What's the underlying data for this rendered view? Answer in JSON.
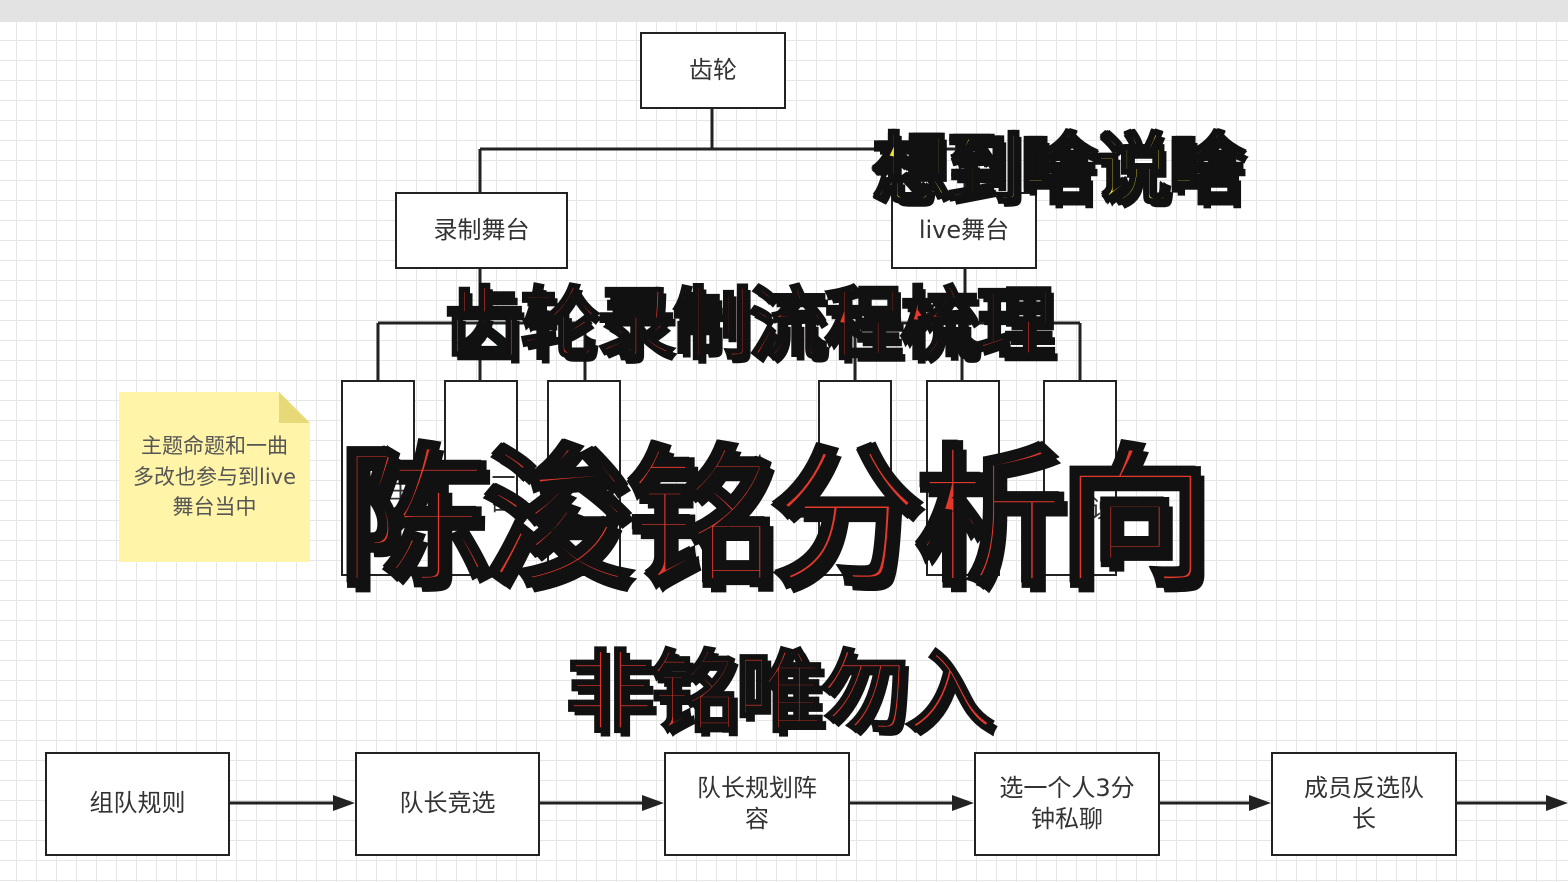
{
  "diagram": {
    "root": "齿轮",
    "branch_left": "录制舞台",
    "branch_right": "live舞台",
    "children_left": [
      "主",
      "一曲",
      "原"
    ],
    "children_right": [
      "",
      "",
      "说"
    ],
    "note": "主题命题和一曲多改也参与到live舞台当中",
    "flow": [
      "组队规则",
      "队长竞选",
      "队长规划阵容",
      "选一个人3分钟私聊",
      "成员反选队长"
    ]
  },
  "overlay": {
    "line1": "想到啥说啥",
    "line2": "齿轮录制流程梳理",
    "line3": "陈浚铭分析向",
    "line4": "非铭唯勿入"
  },
  "colors": {
    "overlay_red": "#e8372d",
    "overlay_yellow": "#f5e43a",
    "note_yellow": "#fff4a8"
  }
}
